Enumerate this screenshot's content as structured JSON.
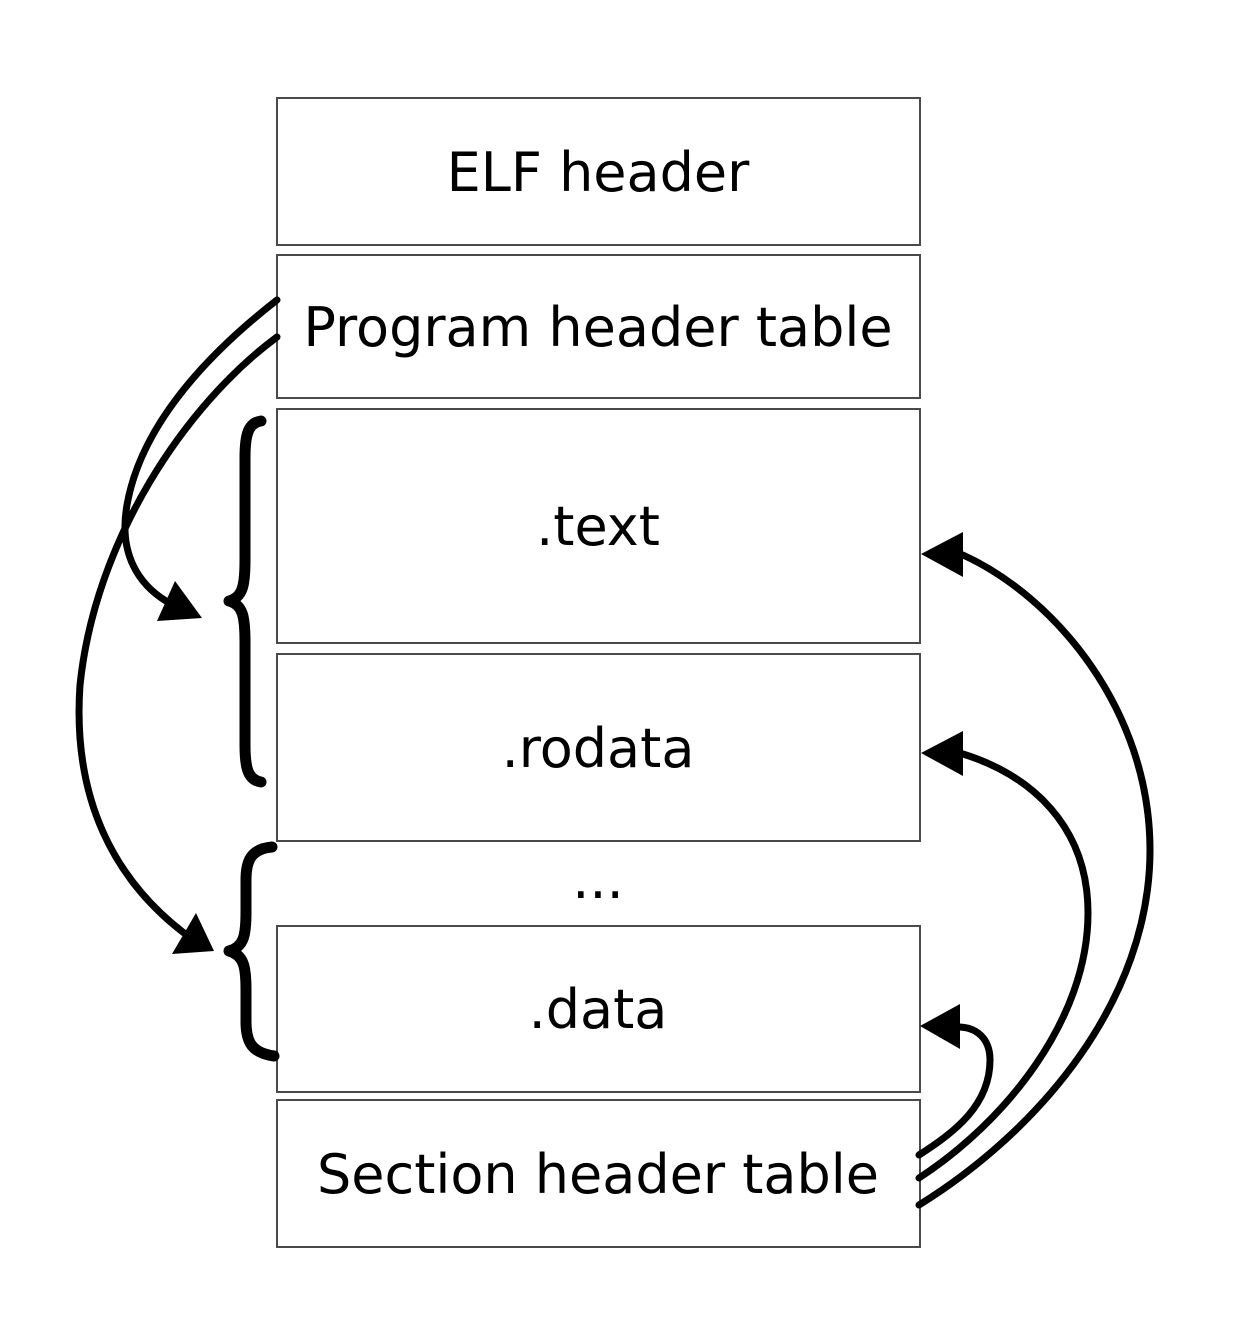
{
  "colors": {
    "background": "#ffffff",
    "line": "#000000",
    "box_border": "#4a4a4a",
    "box_fill": "#ffffff"
  },
  "boxes": [
    {
      "label": "ELF header"
    },
    {
      "label": "Program header table"
    },
    {
      "label": ".text"
    },
    {
      "label": ".rodata"
    },
    {
      "label": "..."
    },
    {
      "label": ".data"
    },
    {
      "label": "Section header table"
    }
  ]
}
